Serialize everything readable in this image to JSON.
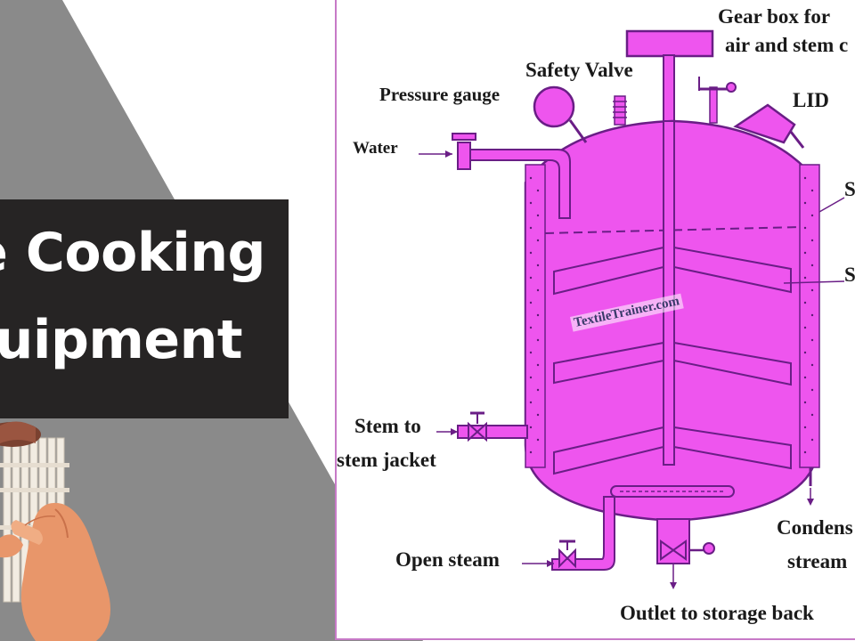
{
  "title": {
    "line1": "e Cooking",
    "line2": "uipment"
  },
  "diagram": {
    "labels": {
      "gear_box_line1": "Gear box for",
      "gear_box_line2": "air and stem c",
      "safety_valve": "Safety Valve",
      "pressure_gauge": "Pressure gauge",
      "lid": "LID",
      "water": "Water",
      "right_top": "S",
      "right_mid": "S",
      "stem_to_line1": "Stem to",
      "stem_to_line2": "stem jacket",
      "open_steam": "Open steam",
      "condensate_line1": "Condens",
      "condensate_line2": "stream",
      "outlet": "Outlet to storage back"
    },
    "watermark": "TextileTrainer.com"
  },
  "colors": {
    "vessel": "#ee55ee",
    "outline": "#6a1e86",
    "dark_band": "#262424",
    "grey_panel": "#8a8a8a",
    "skin": "#e8966a",
    "dowel": "#f2ece2"
  },
  "icons": {
    "gauge": "pressure-gauge-icon",
    "valve": "valve-icon",
    "lid": "lid-icon",
    "hand": "hand-icon"
  }
}
